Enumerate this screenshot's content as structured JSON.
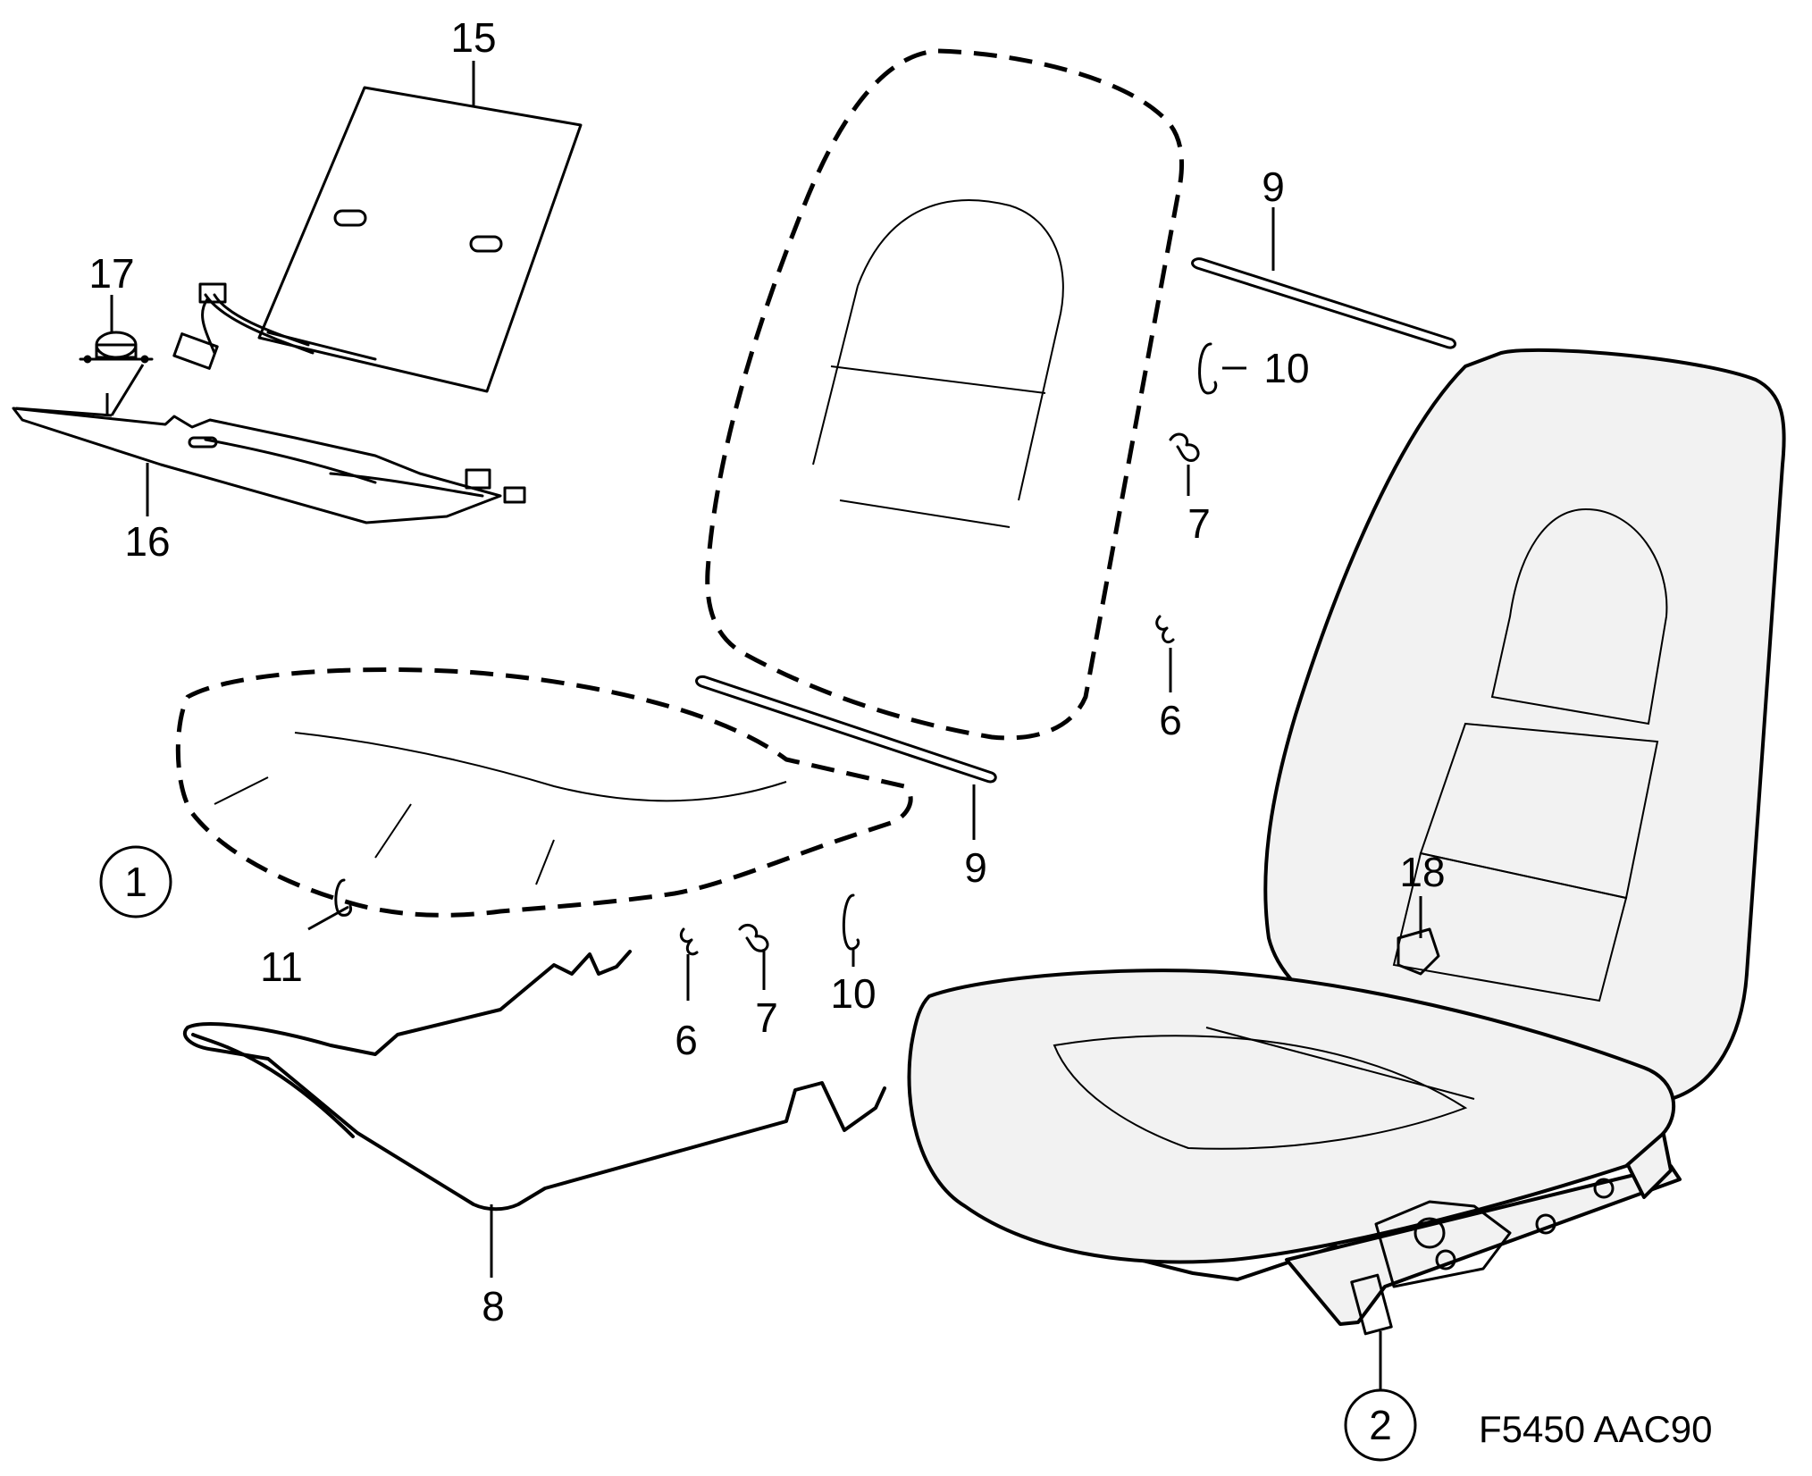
{
  "diagram": {
    "drawing_code": "F5450 AAC90",
    "assembly_markers": [
      "1",
      "2"
    ],
    "part_callouts": {
      "p15": "15",
      "p17": "17",
      "p16": "16",
      "p9_top": "9",
      "p10_top": "10",
      "p7_top": "7",
      "p6_top": "6",
      "p9_mid": "9",
      "p11": "11",
      "p6_bottom": "6",
      "p7_bottom": "7",
      "p10_bottom": "10",
      "p8": "8",
      "p18": "18"
    }
  }
}
